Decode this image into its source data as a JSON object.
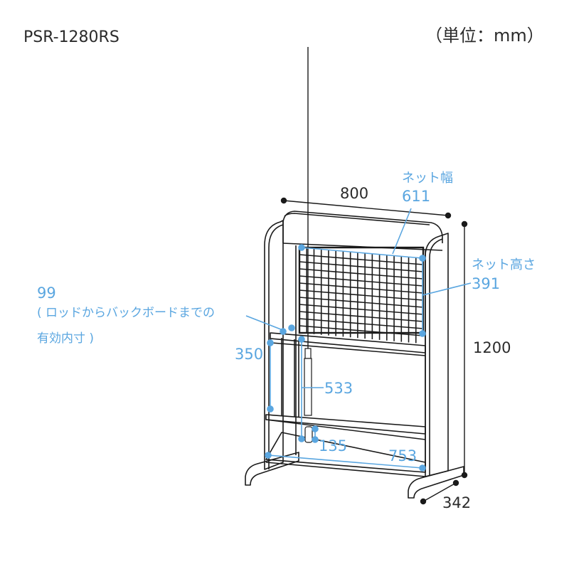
{
  "header": {
    "model": "PSR-1280RS",
    "unit": "（単位：mm）"
  },
  "colors": {
    "line": "#1a1a1a",
    "dimension_accent": "#5aa6e0",
    "background": "#ffffff"
  },
  "dimensions": {
    "width": {
      "value": "800"
    },
    "height": {
      "value": "1200"
    },
    "depth": {
      "value": "342"
    },
    "net_width": {
      "label": "ネット幅",
      "value": "611"
    },
    "net_height": {
      "label": "ネット高さ",
      "value": "391"
    },
    "rod_backboard": {
      "value": "99",
      "note_line1": "( ロッドからバックボードまでの",
      "note_line2": "有効内寸 )"
    },
    "upper_shelf_gap": {
      "value": "350"
    },
    "rod_length_span": {
      "value": "533"
    },
    "rod_foot": {
      "value": "135"
    },
    "inner_width": {
      "value": "753"
    }
  }
}
